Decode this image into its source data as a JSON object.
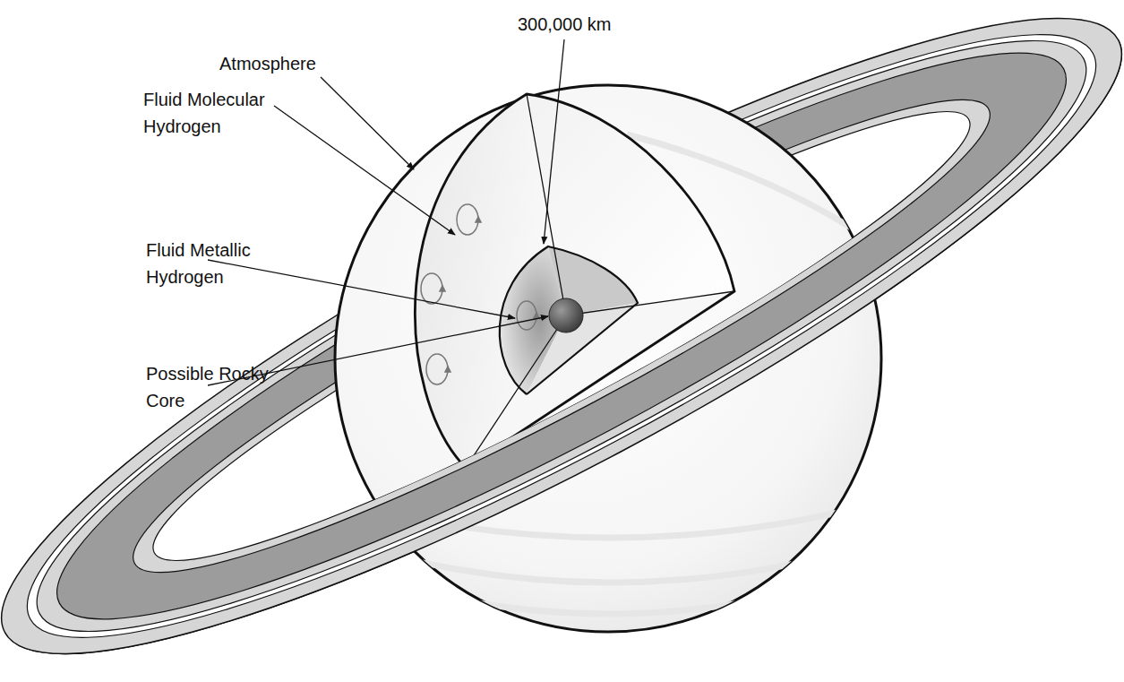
{
  "diagram": {
    "labels": [
      "300,000 km",
      "Atmosphere",
      "Fluid Molecular Hydrogen",
      "Fluid Metallic Hydrogen",
      "Possible Rocky Core"
    ]
  }
}
